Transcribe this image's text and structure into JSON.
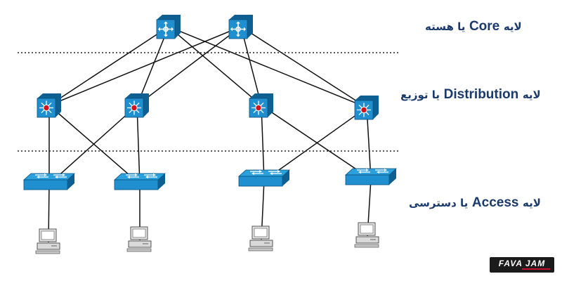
{
  "labels": {
    "core": {
      "fa_prefix": "لایه",
      "en": "Core",
      "fa_suffix": "یا هسته"
    },
    "distribution": {
      "fa_prefix": "لایه",
      "en": "Distribution",
      "fa_suffix": "یا توزیع"
    },
    "access": {
      "fa_prefix": "لایه",
      "en": "Access",
      "fa_suffix": "یا دسترسی"
    }
  },
  "logo": {
    "text": "FAVA JAM"
  },
  "colors": {
    "device_blue": "#1f8fd0",
    "device_dark": "#0e5f92",
    "switch_face": "#2aa0dd",
    "router_red": "#d0141e",
    "link": "#111111",
    "label": "#1a3a6b"
  },
  "topology": {
    "core": [
      "core-1",
      "core-2"
    ],
    "distribution": [
      "dist-1",
      "dist-2",
      "dist-3",
      "dist-4"
    ],
    "access": [
      "access-1",
      "access-2",
      "access-3",
      "access-4"
    ],
    "hosts": [
      "pc-1",
      "pc-2",
      "pc-3",
      "pc-4"
    ],
    "links": [
      [
        "core-1",
        "dist-1"
      ],
      [
        "core-1",
        "dist-2"
      ],
      [
        "core-1",
        "dist-3"
      ],
      [
        "core-1",
        "dist-4"
      ],
      [
        "core-2",
        "dist-1"
      ],
      [
        "core-2",
        "dist-2"
      ],
      [
        "core-2",
        "dist-3"
      ],
      [
        "core-2",
        "dist-4"
      ],
      [
        "dist-1",
        "access-1"
      ],
      [
        "dist-1",
        "access-2"
      ],
      [
        "dist-2",
        "access-1"
      ],
      [
        "dist-2",
        "access-2"
      ],
      [
        "dist-3",
        "access-3"
      ],
      [
        "dist-3",
        "access-4"
      ],
      [
        "dist-4",
        "access-3"
      ],
      [
        "dist-4",
        "access-4"
      ],
      [
        "access-1",
        "pc-1"
      ],
      [
        "access-2",
        "pc-2"
      ],
      [
        "access-3",
        "pc-3"
      ],
      [
        "access-4",
        "pc-4"
      ]
    ]
  }
}
